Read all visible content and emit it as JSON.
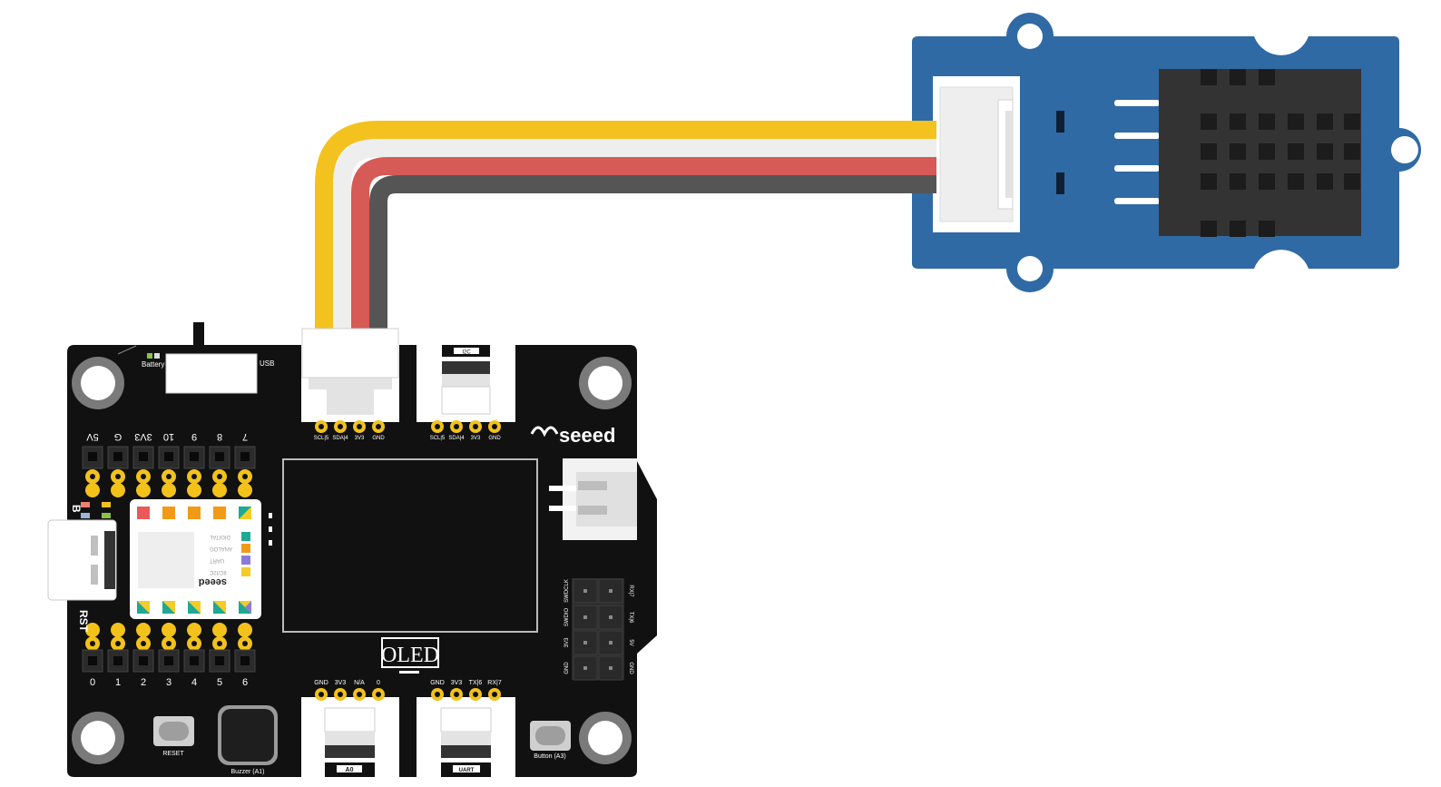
{
  "board": {
    "top_labels": {
      "battery": "Battery",
      "usb": "USB"
    },
    "header_top": [
      "5V",
      "G",
      "3V3",
      "10",
      "9",
      "8",
      "7"
    ],
    "header_bottom": [
      "0",
      "1",
      "2",
      "3",
      "4",
      "5",
      "6"
    ],
    "grove_i2c_pins_left": [
      "SCL|5",
      "SDA|4",
      "3V3",
      "GND"
    ],
    "grove_i2c_pins_right": [
      "SCL|5",
      "SDA|4",
      "3V3",
      "GND"
    ],
    "grove_i2c_tag": "I2C",
    "brand": "seeed",
    "oled_label": "OLED",
    "analog_pins": [
      "GND",
      "3V3",
      "N/A",
      "0"
    ],
    "uart_pins": [
      "GND",
      "3V3",
      "TX|6",
      "RX|7"
    ],
    "analog_tag": "A0",
    "uart_tag": "UART",
    "reset_label": "RESET",
    "buzzer_label": "Buzzer (A1)",
    "button_label": "Button (A3)",
    "rst_label": "RST",
    "swd_left": [
      "SWDCLK",
      "SWDIO",
      "3V3",
      "GND"
    ],
    "swd_right": [
      "RX|7",
      "TX|6",
      "5V",
      "GND"
    ]
  },
  "xiao": {
    "brand": "seeed",
    "legend": [
      "DIGITAL",
      "ANALOG",
      "UART",
      "IIC/I2C"
    ]
  },
  "colors": {
    "board": "#111111",
    "module": "#2f6aa5",
    "wire_yellow": "#f4c21f",
    "wire_white": "#eeeeee",
    "wire_red": "#d65a55",
    "wire_black": "#555555",
    "pad_gold": "#f2c21b"
  }
}
